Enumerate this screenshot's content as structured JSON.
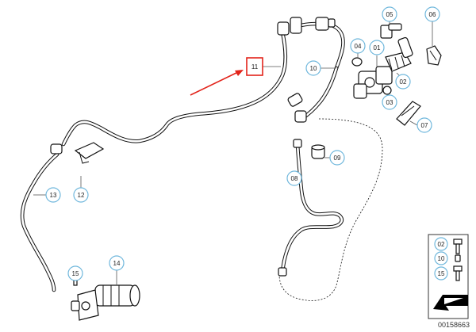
{
  "diagram": {
    "document_number": "00158663",
    "highlight_color": "#e2231a",
    "callout_color": "#6fb7dc",
    "callouts": {
      "c01": "01",
      "c02": "02",
      "c03": "03",
      "c04": "04",
      "c05": "05",
      "c06": "06",
      "c07": "07",
      "c08": "08",
      "c09": "09",
      "c10": "10",
      "c11": "11",
      "c12": "12",
      "c13": "13",
      "c14": "14",
      "c15": "15"
    },
    "legend": {
      "item_02": "02",
      "item_10": "10",
      "item_15": "15"
    }
  }
}
